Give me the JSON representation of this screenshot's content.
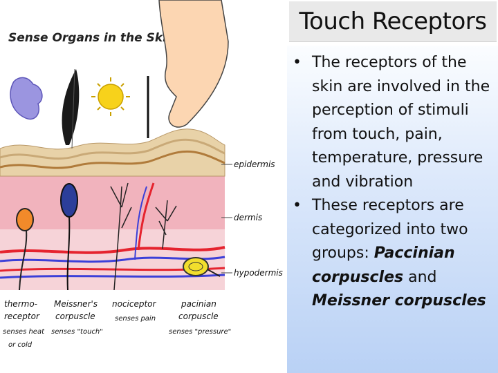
{
  "slide": {
    "title": "Touch Receptors",
    "bullet1": "The receptors of the skin are involved in the perception of stimuli from touch, pain, temperature, pressure and vibration",
    "bullet2_pre": "These receptors are categorized into two groups: ",
    "bullet2_em1": "Paccinian corpuscles",
    "bullet2_mid": " and ",
    "bullet2_em2": "Meissner corpuscles"
  },
  "diagram": {
    "title": "Sense Organs in the Skin",
    "layers": {
      "epidermis": "epidermis",
      "dermis": "dermis",
      "hypodermis": "hypodermis"
    },
    "receptors": [
      {
        "name1": "thermo-",
        "name2": "receptor",
        "desc1": "senses heat",
        "desc2": "or cold"
      },
      {
        "name1": "Meissner's",
        "name2": "corpuscle",
        "desc1": "senses \"touch\"",
        "desc2": ""
      },
      {
        "name1": "nociceptor",
        "name2": "",
        "desc1": "senses pain",
        "desc2": ""
      },
      {
        "name1": "pacinian",
        "name2": "corpuscle",
        "desc1": "senses \"pressure\"",
        "desc2": ""
      }
    ],
    "colors": {
      "epidermis": "#e8d2a8",
      "dermis": "#f1b3bd",
      "hypodermis": "#f6d3d8",
      "artery": "#e5232e",
      "vein": "#3b3fd8",
      "sun": "#f7d21b"
    }
  }
}
